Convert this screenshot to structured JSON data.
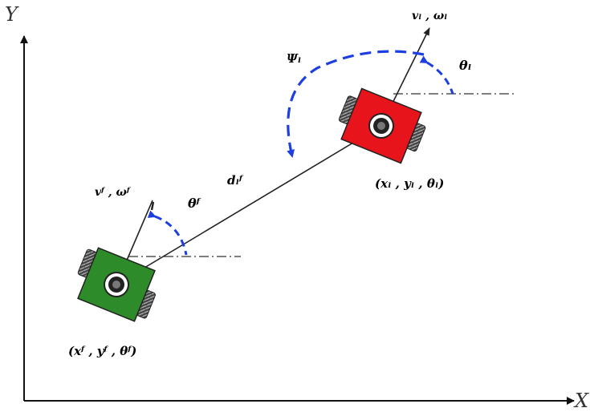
{
  "axes": {
    "x_label": "X",
    "y_label": "Y"
  },
  "labels": {
    "leader_velocity": "vₗ , ωₗ",
    "leader_angle": "θₗ",
    "psi": "Ψₗ",
    "leader_pose": "(xₗ , yₗ , θₗ)",
    "distance": "dₗᶠ",
    "follower_velocity": "vᶠ , ωᶠ",
    "follower_angle": "θᶠ",
    "follower_pose": "(xᶠ , yᶠ , θᶠ)"
  },
  "colors": {
    "leader_robot": "#e8141b",
    "follower_robot": "#2e8b2a",
    "arcs": "#1d3fe0",
    "lines": "#222222"
  }
}
